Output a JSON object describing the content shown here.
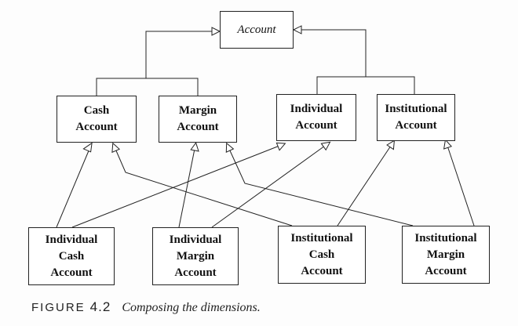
{
  "diagram": {
    "root": {
      "lines": [
        "Account"
      ]
    },
    "mid": {
      "cash": {
        "lines": [
          "Cash",
          "Account"
        ]
      },
      "margin": {
        "lines": [
          "Margin",
          "Account"
        ]
      },
      "individual": {
        "lines": [
          "Individual",
          "Account"
        ]
      },
      "institutional": {
        "lines": [
          "Institutional",
          "Account"
        ]
      }
    },
    "leaf": {
      "individual_cash": {
        "lines": [
          "Individual",
          "Cash",
          "Account"
        ]
      },
      "individual_margin": {
        "lines": [
          "Individual",
          "Margin",
          "Account"
        ]
      },
      "institutional_cash": {
        "lines": [
          "Institutional",
          "Cash",
          "Account"
        ]
      },
      "institutional_margin": {
        "lines": [
          "Institutional",
          "Margin",
          "Account"
        ]
      }
    }
  },
  "caption": {
    "label": "FIGURE",
    "number": "4.2",
    "text": "Composing the dimensions."
  }
}
